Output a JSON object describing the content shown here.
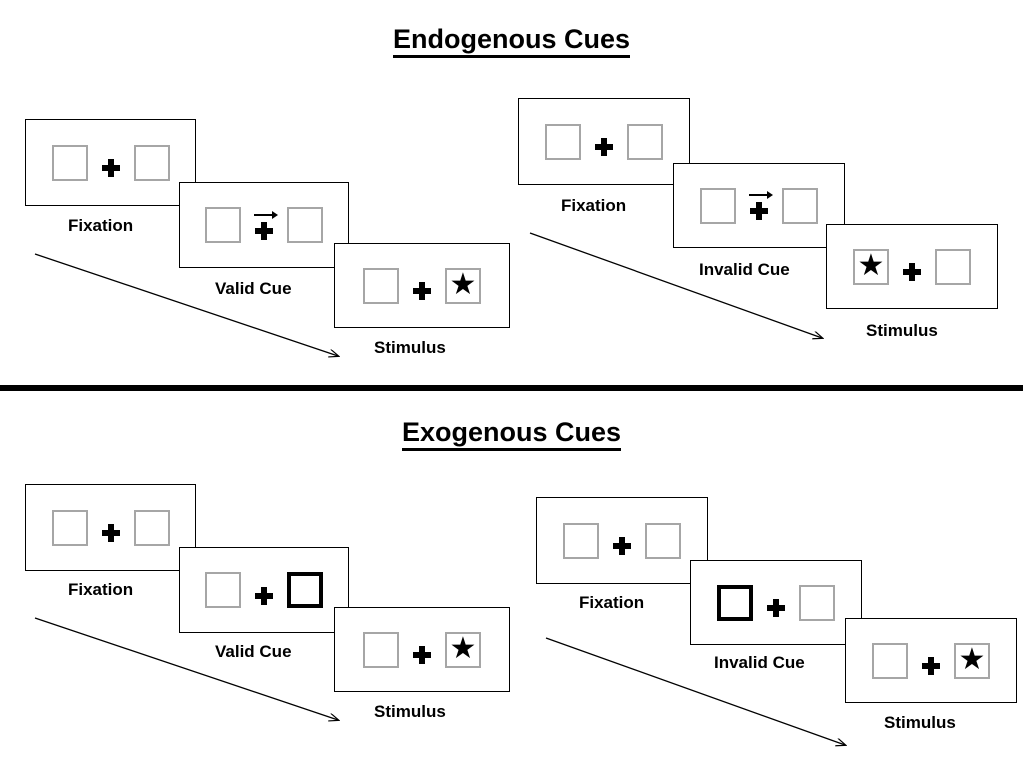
{
  "figure": {
    "title_endogenous": "Endogenous Cues",
    "title_exogenous": "Exogenous Cues",
    "colors": {
      "box_outline": "#a6a6a6",
      "cued_box_outline": "#000000",
      "panel_outline": "#000000",
      "ink": "#000000",
      "background": "#ffffff"
    }
  },
  "sections": [
    {
      "id": "endogenous",
      "title": "Endogenous Cues",
      "cue_type": "central-arrow",
      "conditions": [
        {
          "id": "endogenous-valid",
          "frames": [
            {
              "name": "fixation",
              "caption": "Fixation",
              "left_box": {
                "cued": false,
                "content": ""
              },
              "right_box": {
                "cued": false,
                "content": ""
              },
              "center": {
                "plus": true,
                "arrow": "none"
              }
            },
            {
              "name": "cue",
              "caption": "Valid Cue",
              "left_box": {
                "cued": false,
                "content": ""
              },
              "right_box": {
                "cued": false,
                "content": ""
              },
              "center": {
                "plus": true,
                "arrow": "right"
              }
            },
            {
              "name": "stimulus",
              "caption": "Stimulus",
              "left_box": {
                "cued": false,
                "content": ""
              },
              "right_box": {
                "cued": false,
                "content": "star"
              },
              "center": {
                "plus": true,
                "arrow": "none"
              }
            }
          ]
        },
        {
          "id": "endogenous-invalid",
          "frames": [
            {
              "name": "fixation",
              "caption": "Fixation",
              "left_box": {
                "cued": false,
                "content": ""
              },
              "right_box": {
                "cued": false,
                "content": ""
              },
              "center": {
                "plus": true,
                "arrow": "none"
              }
            },
            {
              "name": "cue",
              "caption": "Invalid Cue",
              "left_box": {
                "cued": false,
                "content": ""
              },
              "right_box": {
                "cued": false,
                "content": ""
              },
              "center": {
                "plus": true,
                "arrow": "right"
              }
            },
            {
              "name": "stimulus",
              "caption": "Stimulus",
              "left_box": {
                "cued": false,
                "content": "star"
              },
              "right_box": {
                "cued": false,
                "content": ""
              },
              "center": {
                "plus": true,
                "arrow": "none"
              }
            }
          ]
        }
      ]
    },
    {
      "id": "exogenous",
      "title": "Exogenous Cues",
      "cue_type": "peripheral-box-flash",
      "conditions": [
        {
          "id": "exogenous-valid",
          "frames": [
            {
              "name": "fixation",
              "caption": "Fixation",
              "left_box": {
                "cued": false,
                "content": ""
              },
              "right_box": {
                "cued": false,
                "content": ""
              },
              "center": {
                "plus": true,
                "arrow": "none"
              }
            },
            {
              "name": "cue",
              "caption": "Valid Cue",
              "left_box": {
                "cued": false,
                "content": ""
              },
              "right_box": {
                "cued": true,
                "content": ""
              },
              "center": {
                "plus": true,
                "arrow": "none"
              }
            },
            {
              "name": "stimulus",
              "caption": "Stimulus",
              "left_box": {
                "cued": false,
                "content": ""
              },
              "right_box": {
                "cued": false,
                "content": "star"
              },
              "center": {
                "plus": true,
                "arrow": "none"
              }
            }
          ]
        },
        {
          "id": "exogenous-invalid",
          "frames": [
            {
              "name": "fixation",
              "caption": "Fixation",
              "left_box": {
                "cued": false,
                "content": ""
              },
              "right_box": {
                "cued": false,
                "content": ""
              },
              "center": {
                "plus": true,
                "arrow": "none"
              }
            },
            {
              "name": "cue",
              "caption": "Invalid Cue",
              "left_box": {
                "cued": true,
                "content": ""
              },
              "right_box": {
                "cued": false,
                "content": ""
              },
              "center": {
                "plus": true,
                "arrow": "none"
              }
            },
            {
              "name": "stimulus",
              "caption": "Stimulus",
              "left_box": {
                "cued": false,
                "content": ""
              },
              "right_box": {
                "cued": false,
                "content": "star"
              },
              "center": {
                "plus": true,
                "arrow": "none"
              }
            }
          ]
        }
      ]
    }
  ],
  "glyphs": {
    "star": "★"
  }
}
